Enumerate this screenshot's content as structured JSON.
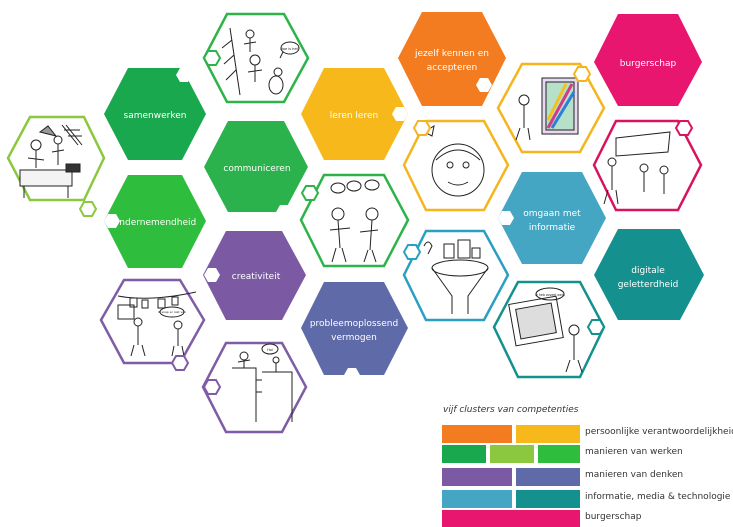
{
  "colors": {
    "green_dark": "#1aa84f",
    "green_mid": "#2bb24c",
    "green_light": "#8bc83f",
    "green_bright": "#2ebd3d",
    "orange": "#f47c20",
    "yellow": "#f7b81b",
    "purple": "#7b5aa3",
    "slate": "#5e6ba8",
    "blue": "#45a6c4",
    "teal": "#14918e",
    "magenta": "#e8166e",
    "line_green": "#2eb34a",
    "line_yellow": "#f4b51e",
    "line_purple": "#7f5ca6",
    "line_blue": "#2a9fc2",
    "line_magenta": "#d8145f"
  },
  "filled_hexes": [
    {
      "id": "samenwerken",
      "label": "samenwerken",
      "color": "#1aa84f"
    },
    {
      "id": "communiceren",
      "label": "communiceren",
      "color": "#2bb24c"
    },
    {
      "id": "ondernemendheid",
      "label": "ondernemendheid",
      "color": "#2ebd3d"
    },
    {
      "id": "creativiteit",
      "label": "creativiteit",
      "color": "#7b5aa3"
    },
    {
      "id": "probleemoplossend-vermogen",
      "label": "probleemoplossend vermogen",
      "color": "#5e6ba8"
    },
    {
      "id": "leren-leren",
      "label": "leren leren",
      "color": "#f7b81b"
    },
    {
      "id": "jezelf-kennen-en-accepteren",
      "label": "jezelf kennen en accepteren",
      "color": "#f47c20"
    },
    {
      "id": "burgerschap",
      "label": "burgerschap",
      "color": "#e8166e"
    },
    {
      "id": "omgaan-met-informatie",
      "label": "omgaan met informatie",
      "color": "#45a6c4"
    },
    {
      "id": "digitale-geletterdheid",
      "label": "digitale geletterdheid",
      "color": "#14918e"
    }
  ],
  "illustration_hexes": [
    {
      "id": "illustration-teamwork",
      "color": "#8bc83f"
    },
    {
      "id": "illustration-tree-climbers",
      "color": "#2eb34a"
    },
    {
      "id": "illustration-conversation",
      "color": "#2eb34a"
    },
    {
      "id": "illustration-laundry-line",
      "color": "#7f5ca6"
    },
    {
      "id": "illustration-cliff-jump",
      "color": "#7f5ca6"
    },
    {
      "id": "illustration-head-thinking",
      "color": "#f4b51e"
    },
    {
      "id": "illustration-mirror",
      "color": "#f4b51e"
    },
    {
      "id": "illustration-protest-sign",
      "color": "#d8145f"
    },
    {
      "id": "illustration-funnel",
      "color": "#2a9fc2"
    },
    {
      "id": "illustration-computer-screen",
      "color": "#14918e"
    }
  ],
  "legend": {
    "title": "vijf clusters van competenties",
    "rows": [
      {
        "label": "persoonlijke verantwoordelijkheid",
        "colors": [
          "#f47c20",
          "#f7b81b"
        ]
      },
      {
        "label": "manieren van werken",
        "colors": [
          "#1aa84f",
          "#8bc83f",
          "#2ebd3d"
        ]
      },
      {
        "label": "manieren van denken",
        "colors": [
          "#7b5aa3",
          "#5e6ba8"
        ]
      },
      {
        "label": "informatie, media & technologie",
        "colors": [
          "#45a6c4",
          "#14918e"
        ]
      },
      {
        "label": "burgerschap",
        "colors": [
          "#e8166e"
        ]
      }
    ]
  },
  "speech_bubbles": [
    {
      "id": "bubble-tree",
      "text": "Hoe is het?"
    },
    {
      "id": "bubble-laundry",
      "text": "Ik snap er niet van"
    },
    {
      "id": "bubble-cliff",
      "text": "Hoi"
    },
    {
      "id": "bubble-screen",
      "text": "Ik heb zoveel werk"
    }
  ]
}
